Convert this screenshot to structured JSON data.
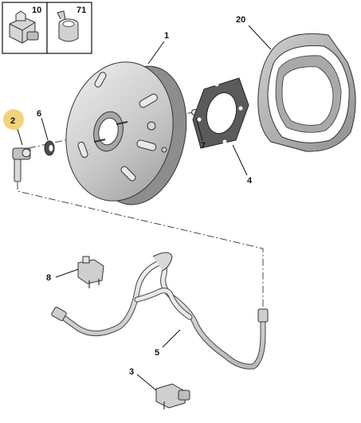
{
  "legend_boxes": [
    {
      "number": "10",
      "icon": "clip-fastener-icon"
    },
    {
      "number": "71",
      "icon": "hose-clamp-icon"
    }
  ],
  "callouts": {
    "p1": "1",
    "p2": "2",
    "p3": "3",
    "p4": "4",
    "p5": "5",
    "p6": "6",
    "p7": "7",
    "p8": "8",
    "p20": "20"
  },
  "colors": {
    "highlight_badge": "#f2d27a",
    "part_fill": "#d9d9d9",
    "part_shade": "#b5b5b5",
    "outline": "#333333"
  }
}
